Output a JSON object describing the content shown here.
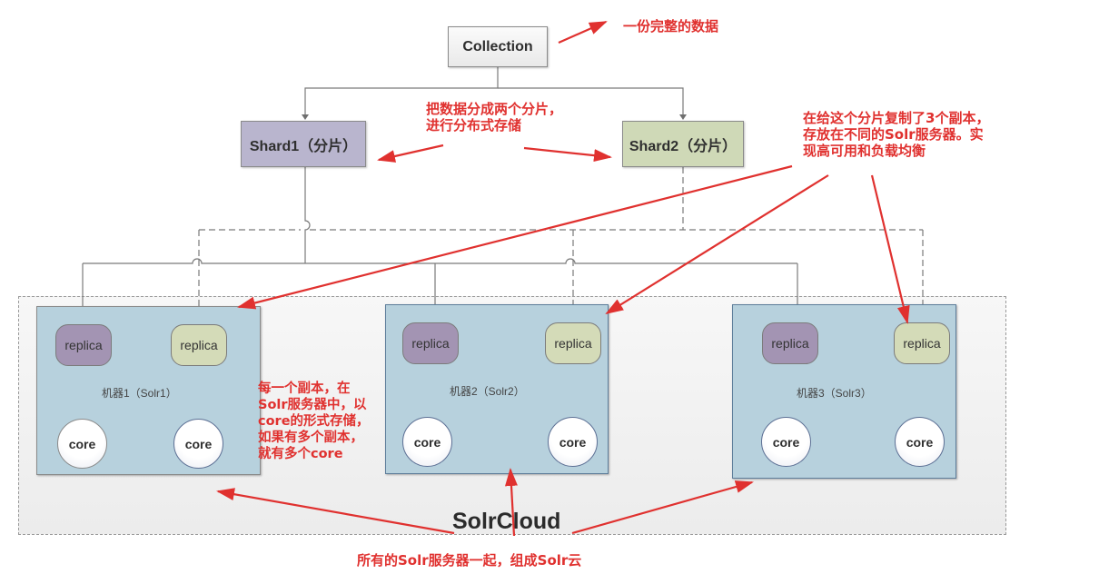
{
  "diagram": {
    "title": "SolrCloud",
    "collection": {
      "label": "Collection"
    },
    "shards": [
      {
        "id": "shard1",
        "label": "Shard1（分片）",
        "color": "#b9b5ce"
      },
      {
        "id": "shard2",
        "label": "Shard2（分片）",
        "color": "#cfd9b7"
      }
    ],
    "machines": [
      {
        "label": "机器1（Solr1）",
        "replicas": [
          {
            "label": "replica",
            "shard": "shard1"
          },
          {
            "label": "replica",
            "shard": "shard2"
          }
        ],
        "cores": [
          {
            "label": "core"
          },
          {
            "label": "core"
          }
        ]
      },
      {
        "label": "机器2（Solr2）",
        "replicas": [
          {
            "label": "replica",
            "shard": "shard1"
          },
          {
            "label": "replica",
            "shard": "shard2"
          }
        ],
        "cores": [
          {
            "label": "core"
          },
          {
            "label": "core"
          }
        ]
      },
      {
        "label": "机器3（Solr3）",
        "replicas": [
          {
            "label": "replica",
            "shard": "shard1"
          },
          {
            "label": "replica",
            "shard": "shard2"
          }
        ],
        "cores": [
          {
            "label": "core"
          },
          {
            "label": "core"
          }
        ]
      }
    ],
    "colors": {
      "annotation": "#e0312f",
      "machine_fill": "#b7d1dd",
      "replica_shard1": "#a394b3",
      "replica_shard2": "#d4dbb8",
      "connector": "#7a7a7a"
    }
  },
  "annotations": {
    "collection_note": "一份完整的数据",
    "shard_note_line1": "把数据分成两个分片，",
    "shard_note_line2": "进行分布式存储",
    "replica_note_line1": "在给这个分片复制了3个副本，",
    "replica_note_line2": "存放在不同的Solr服务器。实",
    "replica_note_line3": "现高可用和负载均衡",
    "core_note_line1": "每一个副本，在",
    "core_note_line2": "Solr服务器中，以",
    "core_note_line3": "core的形式存储，",
    "core_note_line4": "如果有多个副本，",
    "core_note_line5": "就有多个core",
    "cloud_note": "所有的Solr服务器一起，组成Solr云"
  }
}
